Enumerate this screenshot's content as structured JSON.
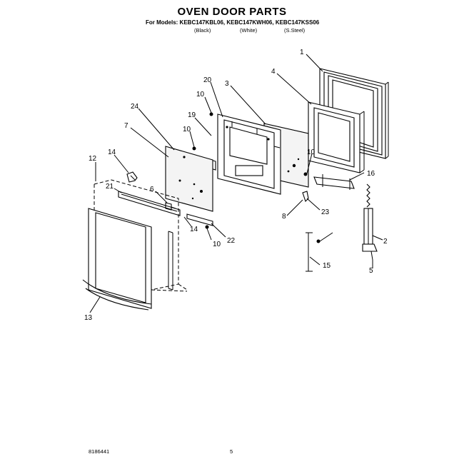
{
  "title": "OVEN DOOR PARTS",
  "models_line": "For Models: KEBC147KBL06, KEBC147KWH06, KEBC147KSS06",
  "color_labels": [
    "(Black)",
    "(White)",
    "(S.Steel)"
  ],
  "footer": {
    "doc_number": "8186441",
    "page_number": "5"
  },
  "callouts": [
    "1",
    "2",
    "3",
    "4",
    "5",
    "6",
    "7",
    "8",
    "10",
    "10",
    "10",
    "10",
    "12",
    "13",
    "14",
    "14",
    "15",
    "16",
    "19",
    "20",
    "21",
    "22",
    "23",
    "24"
  ]
}
